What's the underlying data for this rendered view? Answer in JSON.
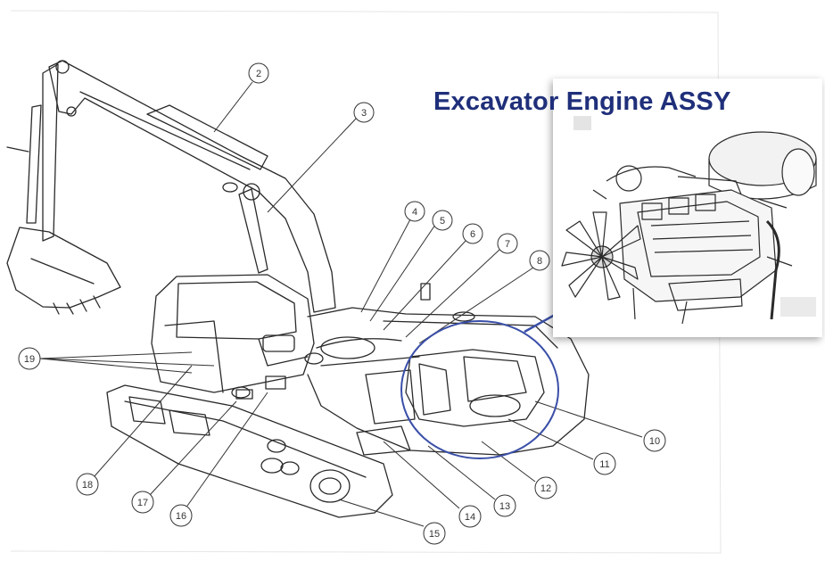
{
  "inset": {
    "title": "Excavator Engine ASSY"
  },
  "callouts": [
    {
      "id": "2",
      "label": "2"
    },
    {
      "id": "3",
      "label": "3"
    },
    {
      "id": "4",
      "label": "4"
    },
    {
      "id": "5",
      "label": "5"
    },
    {
      "id": "6",
      "label": "6"
    },
    {
      "id": "7",
      "label": "7"
    },
    {
      "id": "8",
      "label": "8"
    },
    {
      "id": "10",
      "label": "10"
    },
    {
      "id": "11",
      "label": "11"
    },
    {
      "id": "12",
      "label": "12"
    },
    {
      "id": "13",
      "label": "13"
    },
    {
      "id": "14",
      "label": "14"
    },
    {
      "id": "15",
      "label": "15"
    },
    {
      "id": "16",
      "label": "16"
    },
    {
      "id": "17",
      "label": "17"
    },
    {
      "id": "18",
      "label": "18"
    },
    {
      "id": "19",
      "label": "19"
    }
  ],
  "colors": {
    "line_art": "#2a2a2a",
    "highlight": "#3a4fa8",
    "title": "#1f2f7a"
  }
}
